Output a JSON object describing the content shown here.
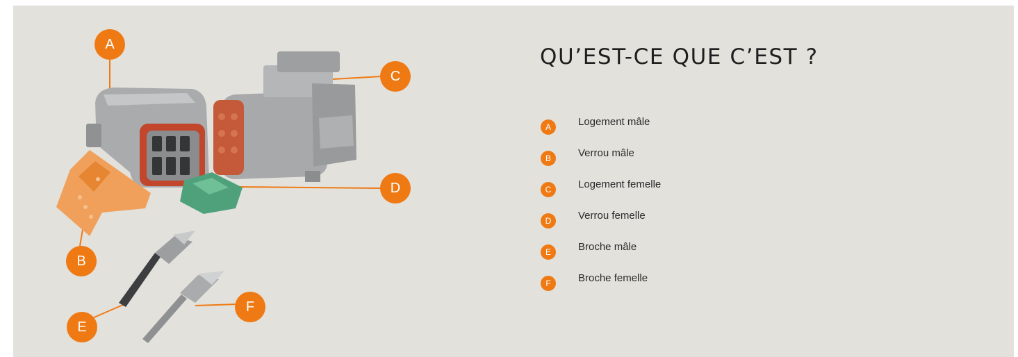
{
  "title": "QU’EST-CE QUE C’EST ?",
  "colors": {
    "accent": "#ef7a13",
    "panel": "#e2e1dc"
  },
  "callouts": [
    "A",
    "B",
    "C",
    "D",
    "E",
    "F"
  ],
  "legend": [
    {
      "letter": "A",
      "label": "Logement mâle"
    },
    {
      "letter": "B",
      "label": "Verrou mâle"
    },
    {
      "letter": "C",
      "label": "Logement femelle"
    },
    {
      "letter": "D",
      "label": "Verrou femelle"
    },
    {
      "letter": "E",
      "label": "Broche mâle"
    },
    {
      "letter": "F",
      "label": "Broche femelle"
    }
  ]
}
